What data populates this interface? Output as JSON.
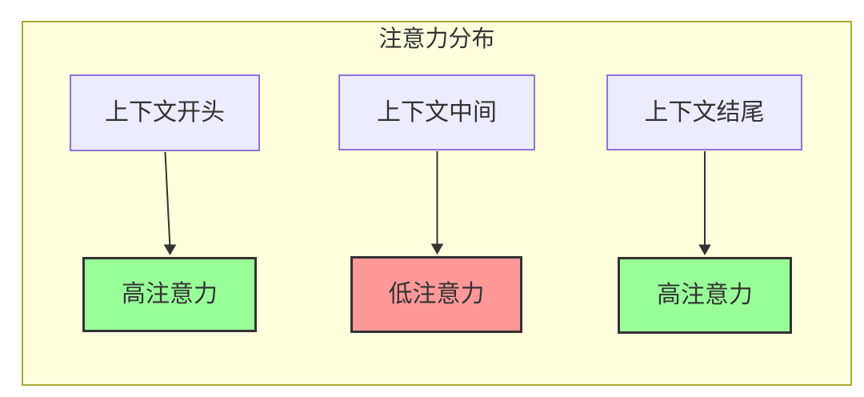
{
  "diagram": {
    "title": "注意力分布",
    "top_nodes": [
      {
        "id": "context-start",
        "label": "上下文开头"
      },
      {
        "id": "context-middle",
        "label": "上下文中间"
      },
      {
        "id": "context-end",
        "label": "上下文结尾"
      }
    ],
    "bottom_nodes": [
      {
        "id": "high-attention-1",
        "label": "高注意力",
        "level": "high"
      },
      {
        "id": "low-attention",
        "label": "低注意力",
        "level": "low"
      },
      {
        "id": "high-attention-2",
        "label": "高注意力",
        "level": "high"
      }
    ],
    "edges": [
      {
        "from": "context-start",
        "to": "high-attention-1"
      },
      {
        "from": "context-middle",
        "to": "low-attention"
      },
      {
        "from": "context-end",
        "to": "high-attention-2"
      }
    ],
    "colors": {
      "canvas_bg": "#ffffff",
      "panel_fill": "#ffffde",
      "panel_border": "#aaaa33",
      "topnode_fill": "#ececff",
      "topnode_border": "#9370db",
      "high_fill": "#99ff99",
      "low_fill": "#ff9999",
      "result_border": "#333333",
      "arrow_color": "#333333",
      "text_color": "#333333"
    }
  }
}
